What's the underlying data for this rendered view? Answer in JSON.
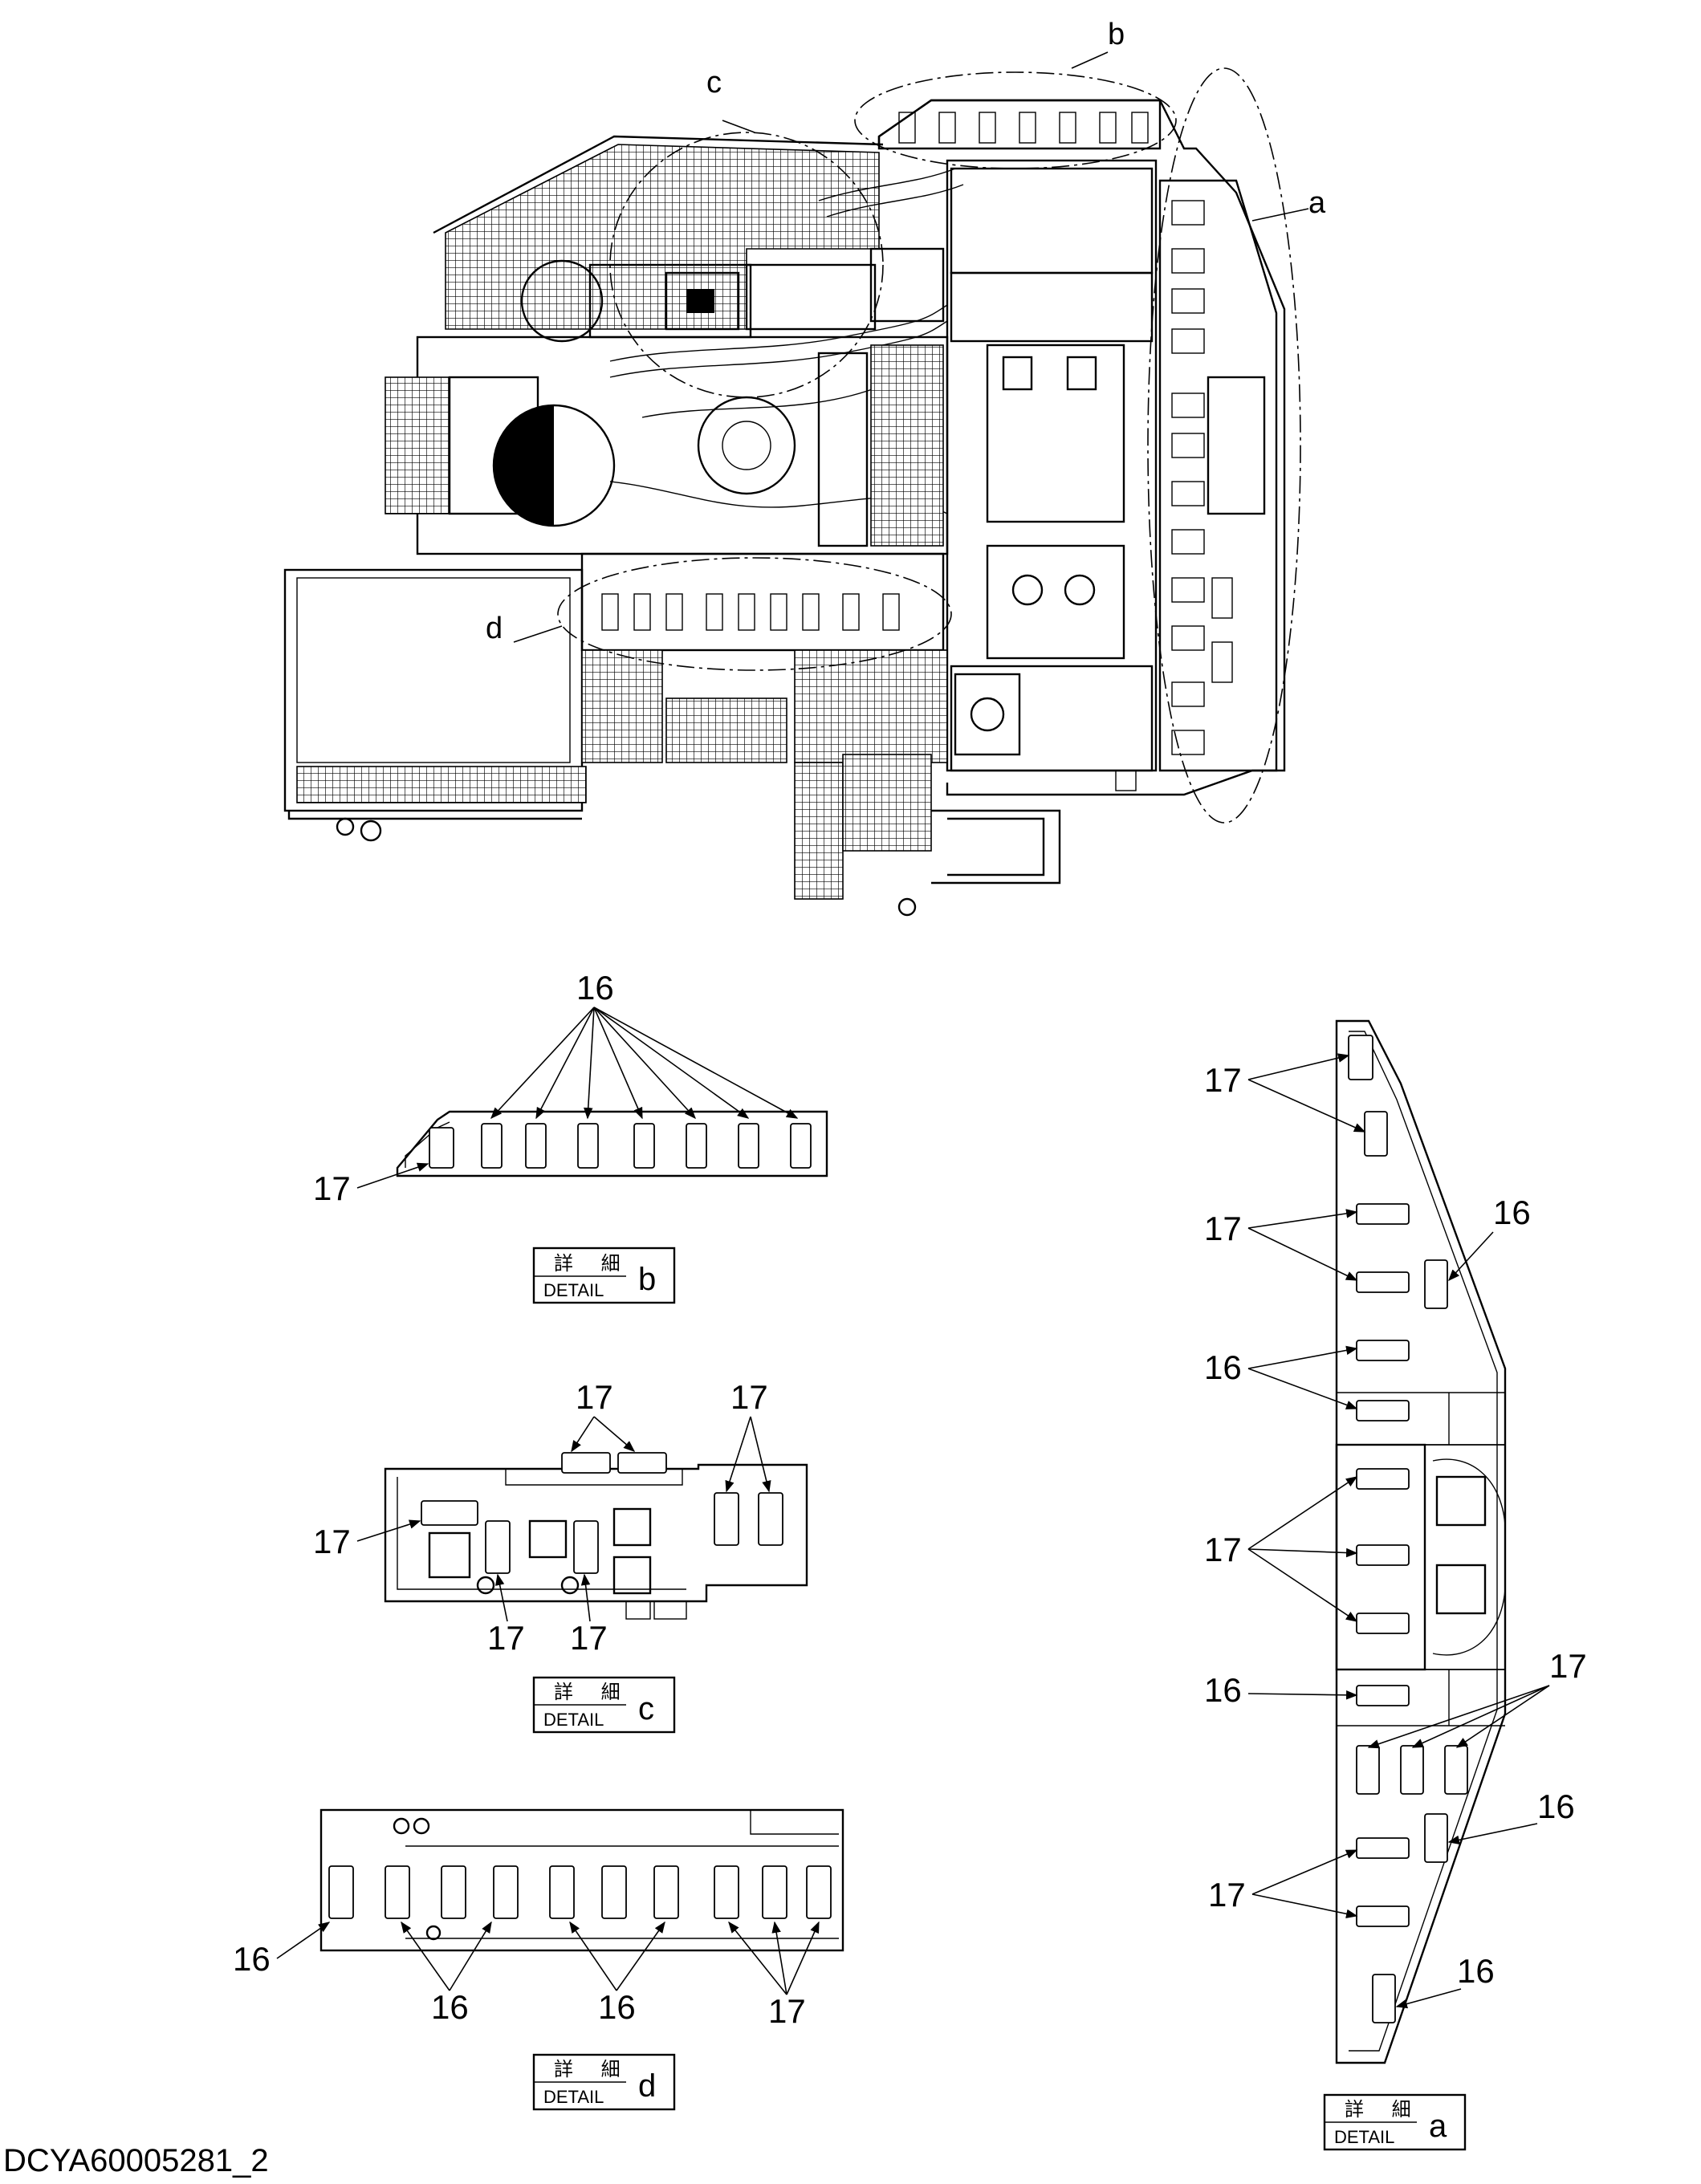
{
  "drawing_code": "DCYA60005281_2",
  "main_view_callouts": {
    "a": "a",
    "b": "b",
    "c": "c",
    "d": "d"
  },
  "detail_box": {
    "jp_label": "詳 細",
    "en_label": "DETAIL"
  },
  "detail_b": {
    "letter": "b",
    "labels": {
      "part16": "16",
      "part17": "17"
    }
  },
  "detail_c": {
    "letter": "c",
    "labels": {
      "top_left_17": "17",
      "top_right_17": "17",
      "left_17": "17",
      "bottom_a_17": "17",
      "bottom_b_17": "17"
    }
  },
  "detail_d": {
    "letter": "d",
    "labels": {
      "left_16": "16",
      "bottom_a_16": "16",
      "bottom_b_16": "16",
      "bottom_17": "17"
    }
  },
  "detail_a": {
    "letter": "a",
    "labels": {
      "l1": "17",
      "l2": "17",
      "l3": "16",
      "l4": "16",
      "l5": "17",
      "l6": "16",
      "l7": "17",
      "l8": "16",
      "l9": "17",
      "l10": "16"
    }
  }
}
